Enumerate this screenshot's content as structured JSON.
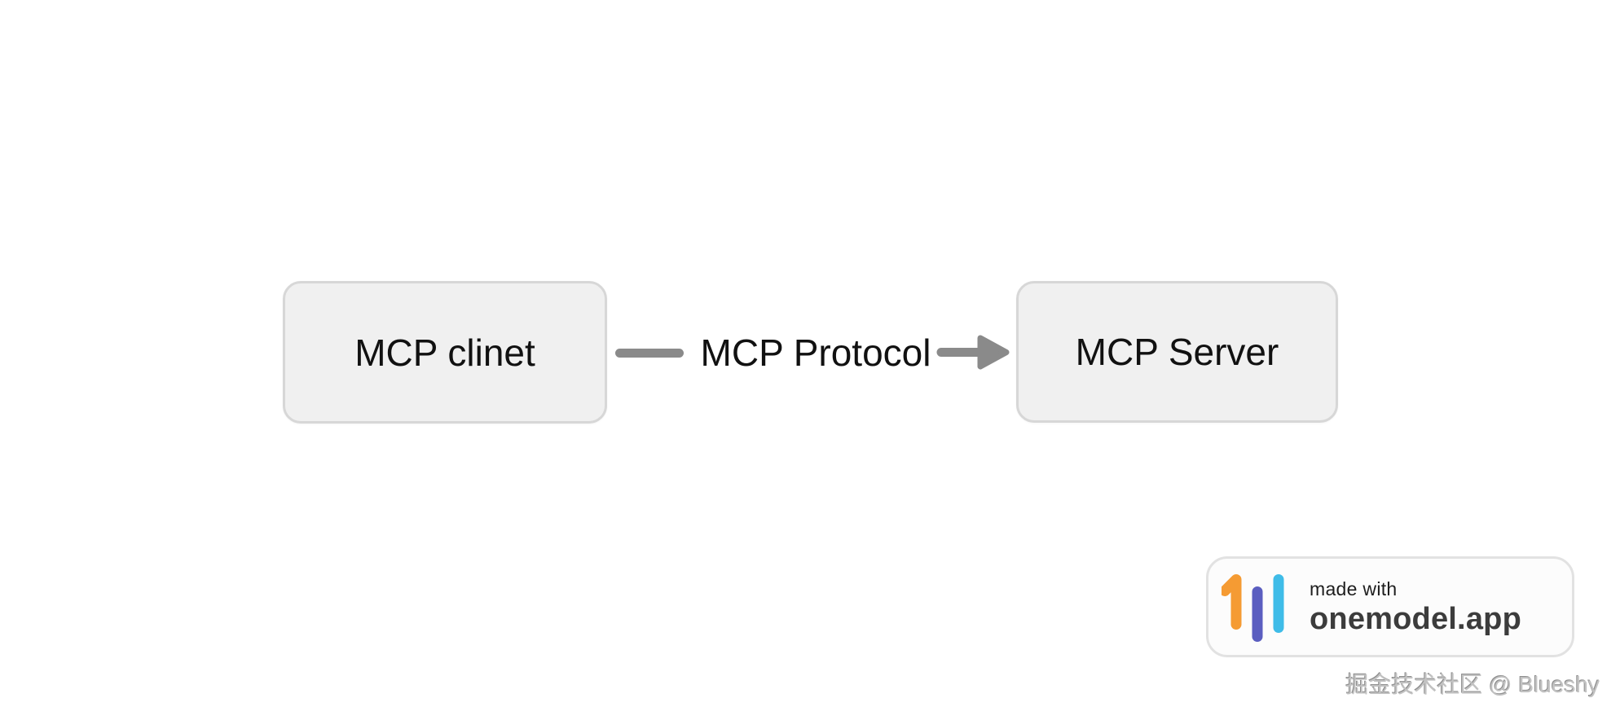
{
  "diagram": {
    "nodes": [
      {
        "id": "client",
        "label": "MCP clinet"
      },
      {
        "id": "server",
        "label": "MCP Server"
      }
    ],
    "edge": {
      "label": "MCP Protocol",
      "direction": "left-to-right",
      "color": "#8a8a8a"
    },
    "node_style": {
      "fill": "#f0f0f0",
      "border": "#d7d7d7",
      "text": "#111111"
    }
  },
  "badge": {
    "made_with": "made with",
    "brand": "onemodel.app",
    "logo_colors": {
      "orange": "#F59B33",
      "purple": "#5B5EC0",
      "cyan": "#3FBCE8"
    }
  },
  "watermark": {
    "text": "掘金技术社区 @ Blueshy",
    "color": "#9b9b9b"
  }
}
